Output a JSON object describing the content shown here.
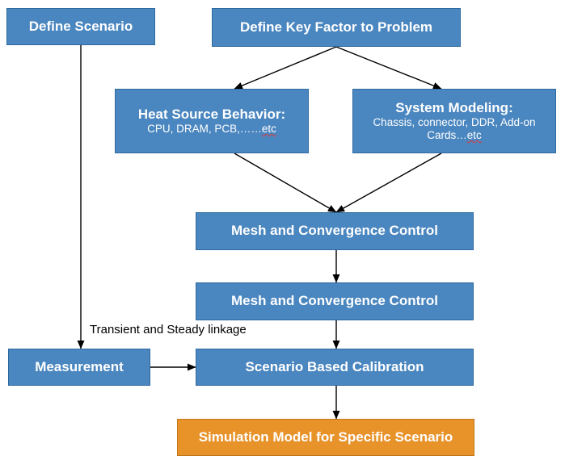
{
  "diagram": {
    "type": "flowchart",
    "title": "",
    "colors": {
      "node_fill": "#4a86bf",
      "node_border": "#2f6a9e",
      "accent_fill": "#e8922a",
      "accent_border": "#c2761b",
      "node_text": "#ffffff",
      "label_text": "#000000",
      "arrow": "#000000",
      "background": "#ffffff"
    },
    "nodes": [
      {
        "id": "define_scenario",
        "line1": "Define Scenario",
        "line2": "",
        "style": "blue"
      },
      {
        "id": "define_key_factor",
        "line1": "Define Key Factor to Problem",
        "line2": "",
        "style": "blue"
      },
      {
        "id": "heat_source",
        "line1": "Heat Source Behavior:",
        "line2": "CPU, DRAM, PCB,……etc",
        "style": "blue"
      },
      {
        "id": "system_modeling",
        "line1": "System Modeling:",
        "line2": "Chassis, connector, DDR, Add-on Cards…etc",
        "style": "blue"
      },
      {
        "id": "mesh_convergence_1",
        "line1": "Mesh and Convergence Control",
        "line2": "",
        "style": "blue"
      },
      {
        "id": "mesh_convergence_2",
        "line1": "Mesh and Convergence Control",
        "line2": "",
        "style": "blue"
      },
      {
        "id": "measurement",
        "line1": "Measurement",
        "line2": "",
        "style": "blue"
      },
      {
        "id": "scenario_calibration",
        "line1": "Scenario Based Calibration",
        "line2": "",
        "style": "blue"
      },
      {
        "id": "simulation_model",
        "line1": "Simulation Model for Specific Scenario",
        "line2": "",
        "style": "orange"
      }
    ],
    "edge_labels": [
      {
        "id": "transient_steady",
        "text": "Transient and Steady linkage"
      }
    ]
  }
}
